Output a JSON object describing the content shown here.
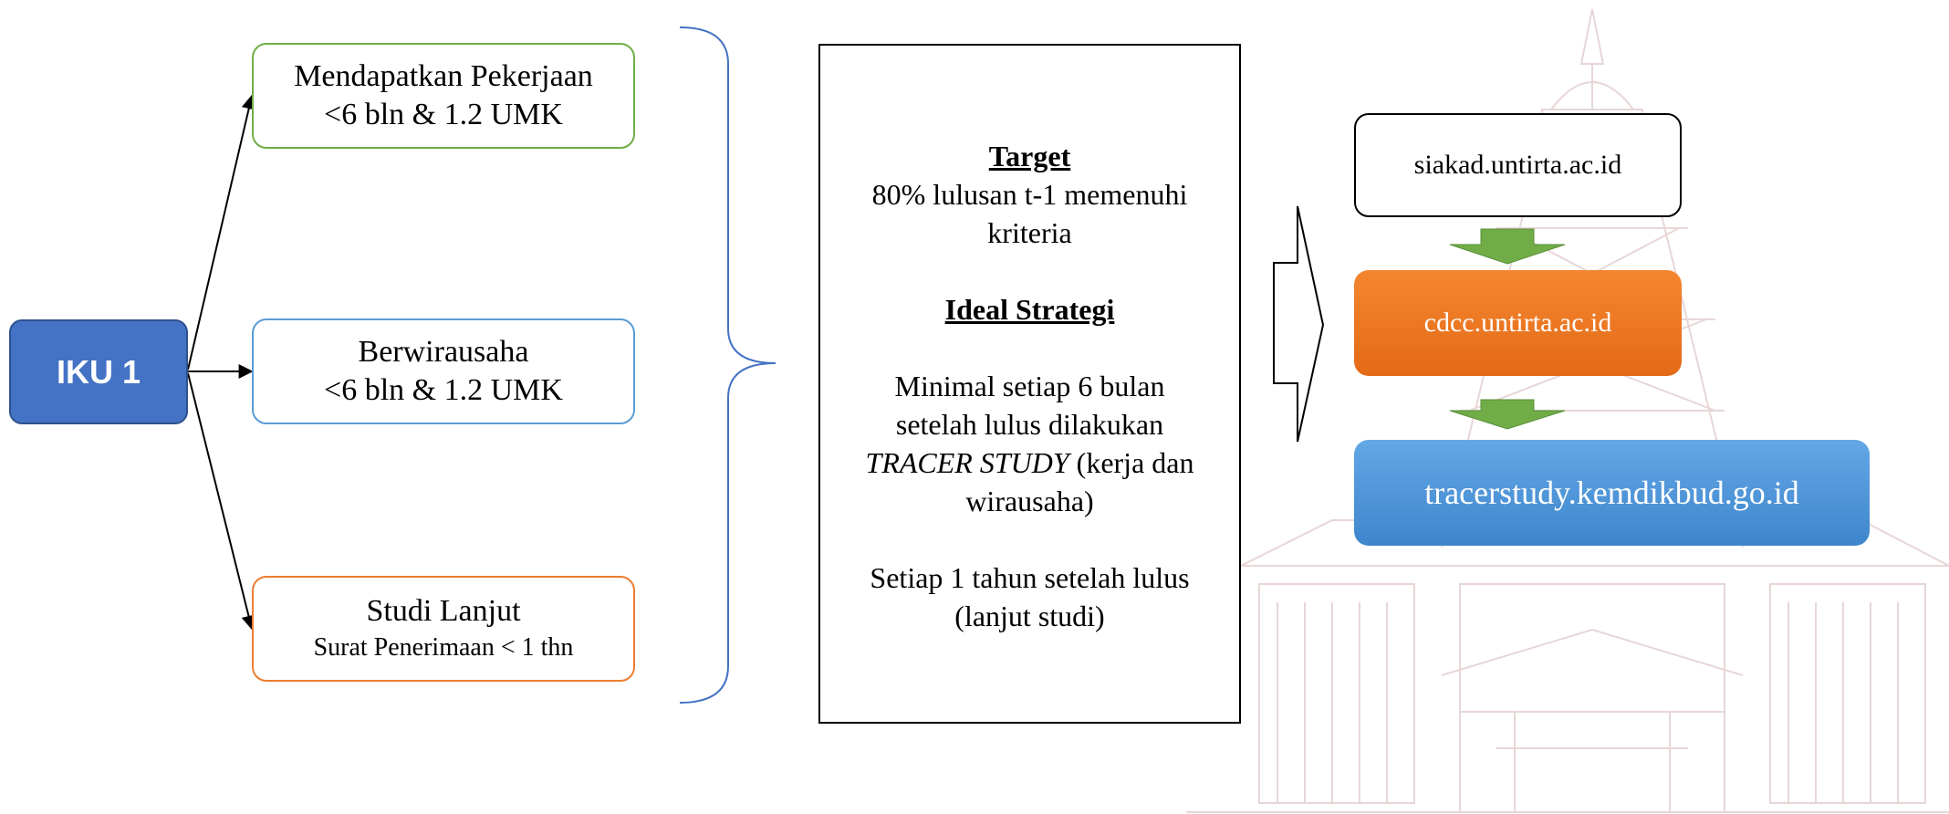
{
  "iku": {
    "label": "IKU 1",
    "color": "#4472c4"
  },
  "criteria": [
    {
      "title": "Mendapatkan Pekerjaan",
      "subtitle": "<6 bln & 1.2 UMK",
      "border_color": "#70ad47"
    },
    {
      "title": "Berwirausaha",
      "subtitle": "<6 bln & 1.2 UMK",
      "border_color": "#5b9bd5"
    },
    {
      "title": "Studi Lanjut",
      "subtitle": "Surat Penerimaan < 1 thn",
      "border_color": "#ed7d31"
    }
  ],
  "center": {
    "target_heading": "Target",
    "target_line1": "80% lulusan t-1 memenuhi",
    "target_line2": "kriteria",
    "strategy_heading": "Ideal Strategi",
    "strategy_line1": "Minimal setiap 6 bulan",
    "strategy_line2": "setelah lulus dilakukan",
    "strategy_italic": "TRACER STUDY",
    "strategy_line3_rest": " (kerja dan",
    "strategy_line4": "wirausaha)",
    "annual_line1": "Setiap 1 tahun setelah lulus",
    "annual_line2": "(lanjut studi)"
  },
  "sites": [
    {
      "label": "siakad.untirta.ac.id",
      "style": "white"
    },
    {
      "label": "cdcc.untirta.ac.id",
      "style": "orange",
      "color": "#ed7d31"
    },
    {
      "label": "tracerstudy.kemdikbud.go.id",
      "style": "blue",
      "color": "#5b9bd5"
    }
  ],
  "colors": {
    "down_arrow": "#70ad47",
    "brace": "#4472c4"
  }
}
